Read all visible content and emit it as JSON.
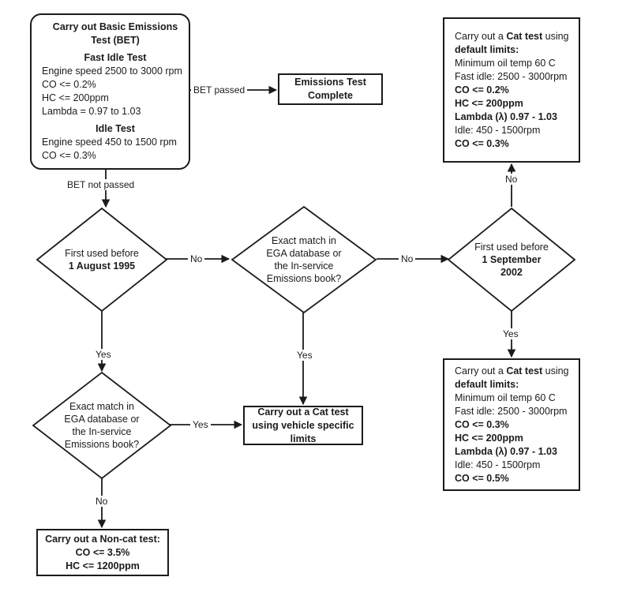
{
  "diagram": {
    "title": "Emissions Test Decision Flowchart",
    "stroke_color": "#1b1b1b",
    "background_color": "#ffffff"
  },
  "nodes": {
    "bet": {
      "name": "basic-emissions-test",
      "shape": "rounded-rectangle",
      "lines": [
        {
          "text": "Carry out Basic Emissions",
          "bold": true,
          "align": "center"
        },
        {
          "text": "Test (BET)",
          "bold": true,
          "align": "center"
        },
        {
          "text": "",
          "spacer": true
        },
        {
          "text": "Fast Idle Test",
          "bold": true,
          "align": "center"
        },
        {
          "text": "Engine speed 2500 to 3000 rpm",
          "bold": false,
          "align": "left"
        },
        {
          "text": "CO <= 0.2%",
          "bold": false,
          "align": "left"
        },
        {
          "text": "HC <= 200ppm",
          "bold": false,
          "align": "left"
        },
        {
          "text": "Lambda = 0.97 to 1.03",
          "bold": false,
          "align": "left"
        },
        {
          "text": "",
          "spacer": true
        },
        {
          "text": "Idle Test",
          "bold": true,
          "align": "center"
        },
        {
          "text": "Engine speed 450 to 1500 rpm",
          "bold": false,
          "align": "left"
        },
        {
          "text": "CO <= 0.3%",
          "bold": false,
          "align": "left"
        }
      ]
    },
    "complete": {
      "name": "emissions-test-complete",
      "shape": "rectangle",
      "lines": [
        {
          "text": "Emissions Test",
          "bold": true,
          "align": "center"
        },
        {
          "text": "Complete",
          "bold": true,
          "align": "center"
        }
      ]
    },
    "cat_default_02": {
      "name": "cat-test-default-limits-co-02",
      "shape": "rectangle",
      "lines": [
        {
          "text": "Carry out a Cat test using",
          "bold": false,
          "align": "left",
          "bold_span": "Cat test"
        },
        {
          "text": "default limits:",
          "bold": true,
          "align": "left"
        },
        {
          "text": "Minimum oil temp 60 C",
          "bold": false,
          "align": "left"
        },
        {
          "text": "Fast idle: 2500 - 3000rpm",
          "bold": false,
          "align": "left"
        },
        {
          "text": "CO <= 0.2%",
          "bold": true,
          "align": "left"
        },
        {
          "text": "HC <= 200ppm",
          "bold": true,
          "align": "left"
        },
        {
          "text": "Lambda (λ) 0.97 - 1.03",
          "bold": true,
          "align": "left"
        },
        {
          "text": "Idle: 450 - 1500rpm",
          "bold": false,
          "align": "left"
        },
        {
          "text": "CO <= 0.3%",
          "bold": true,
          "align": "left"
        }
      ]
    },
    "cat_default_03": {
      "name": "cat-test-default-limits-co-03",
      "shape": "rectangle",
      "lines": [
        {
          "text": "Carry out a Cat test using",
          "bold": false,
          "align": "left",
          "bold_span": "Cat test"
        },
        {
          "text": "default limits:",
          "bold": true,
          "align": "left"
        },
        {
          "text": "Minimum oil temp 60 C",
          "bold": false,
          "align": "left"
        },
        {
          "text": "Fast idle: 2500 - 3000rpm",
          "bold": false,
          "align": "left"
        },
        {
          "text": "CO <= 0.3%",
          "bold": true,
          "align": "left"
        },
        {
          "text": "HC <= 200ppm",
          "bold": true,
          "align": "left"
        },
        {
          "text": "Lambda (λ) 0.97 - 1.03",
          "bold": true,
          "align": "left"
        },
        {
          "text": "Idle: 450 - 1500rpm",
          "bold": false,
          "align": "left"
        },
        {
          "text": "CO <= 0.5%",
          "bold": true,
          "align": "left"
        }
      ]
    },
    "cat_specific": {
      "name": "cat-test-vehicle-specific-limits",
      "shape": "rectangle",
      "lines": [
        {
          "text": "Carry out a Cat test",
          "bold": true,
          "align": "center"
        },
        {
          "text": "using vehicle specific",
          "bold": true,
          "align": "center"
        },
        {
          "text": "limits",
          "bold": true,
          "align": "center"
        }
      ]
    },
    "non_cat": {
      "name": "non-cat-test",
      "shape": "rectangle",
      "lines": [
        {
          "text": "Carry out a Non-cat test:",
          "bold": true,
          "align": "center"
        },
        {
          "text": "CO <= 3.5%",
          "bold": true,
          "align": "center"
        },
        {
          "text": "HC <= 1200ppm",
          "bold": true,
          "align": "center"
        }
      ]
    },
    "d_1995": {
      "name": "decision-first-used-before-1-august-1995",
      "shape": "diamond",
      "lines": [
        {
          "text": "First used before",
          "bold": false
        },
        {
          "text": "1 August 1995",
          "bold": true
        }
      ]
    },
    "d_match_mid": {
      "name": "decision-exact-match-ega-middle",
      "shape": "diamond",
      "lines": [
        {
          "text": "Exact match in",
          "bold": false
        },
        {
          "text": "EGA database or",
          "bold": false
        },
        {
          "text": "the In-service",
          "bold": false
        },
        {
          "text": "Emissions book?",
          "bold": false
        }
      ]
    },
    "d_2002": {
      "name": "decision-first-used-before-1-september-2002",
      "shape": "diamond",
      "lines": [
        {
          "text": "First used before",
          "bold": false
        },
        {
          "text": "1 September",
          "bold": true
        },
        {
          "text": "2002",
          "bold": true
        }
      ]
    },
    "d_match_left": {
      "name": "decision-exact-match-ega-left",
      "shape": "diamond",
      "lines": [
        {
          "text": "Exact match in",
          "bold": false
        },
        {
          "text": "EGA database or",
          "bold": false
        },
        {
          "text": "the In-service",
          "bold": false
        },
        {
          "text": "Emissions book?",
          "bold": false
        }
      ]
    }
  },
  "edges": {
    "bet_passed": "BET passed",
    "bet_not_passed": "BET not passed",
    "d1995_no": "No",
    "d1995_yes": "Yes",
    "dmid_no": "No",
    "dmid_yes": "Yes",
    "d2002_no": "No",
    "d2002_yes": "Yes",
    "dleft_yes": "Yes",
    "dleft_no": "No"
  }
}
